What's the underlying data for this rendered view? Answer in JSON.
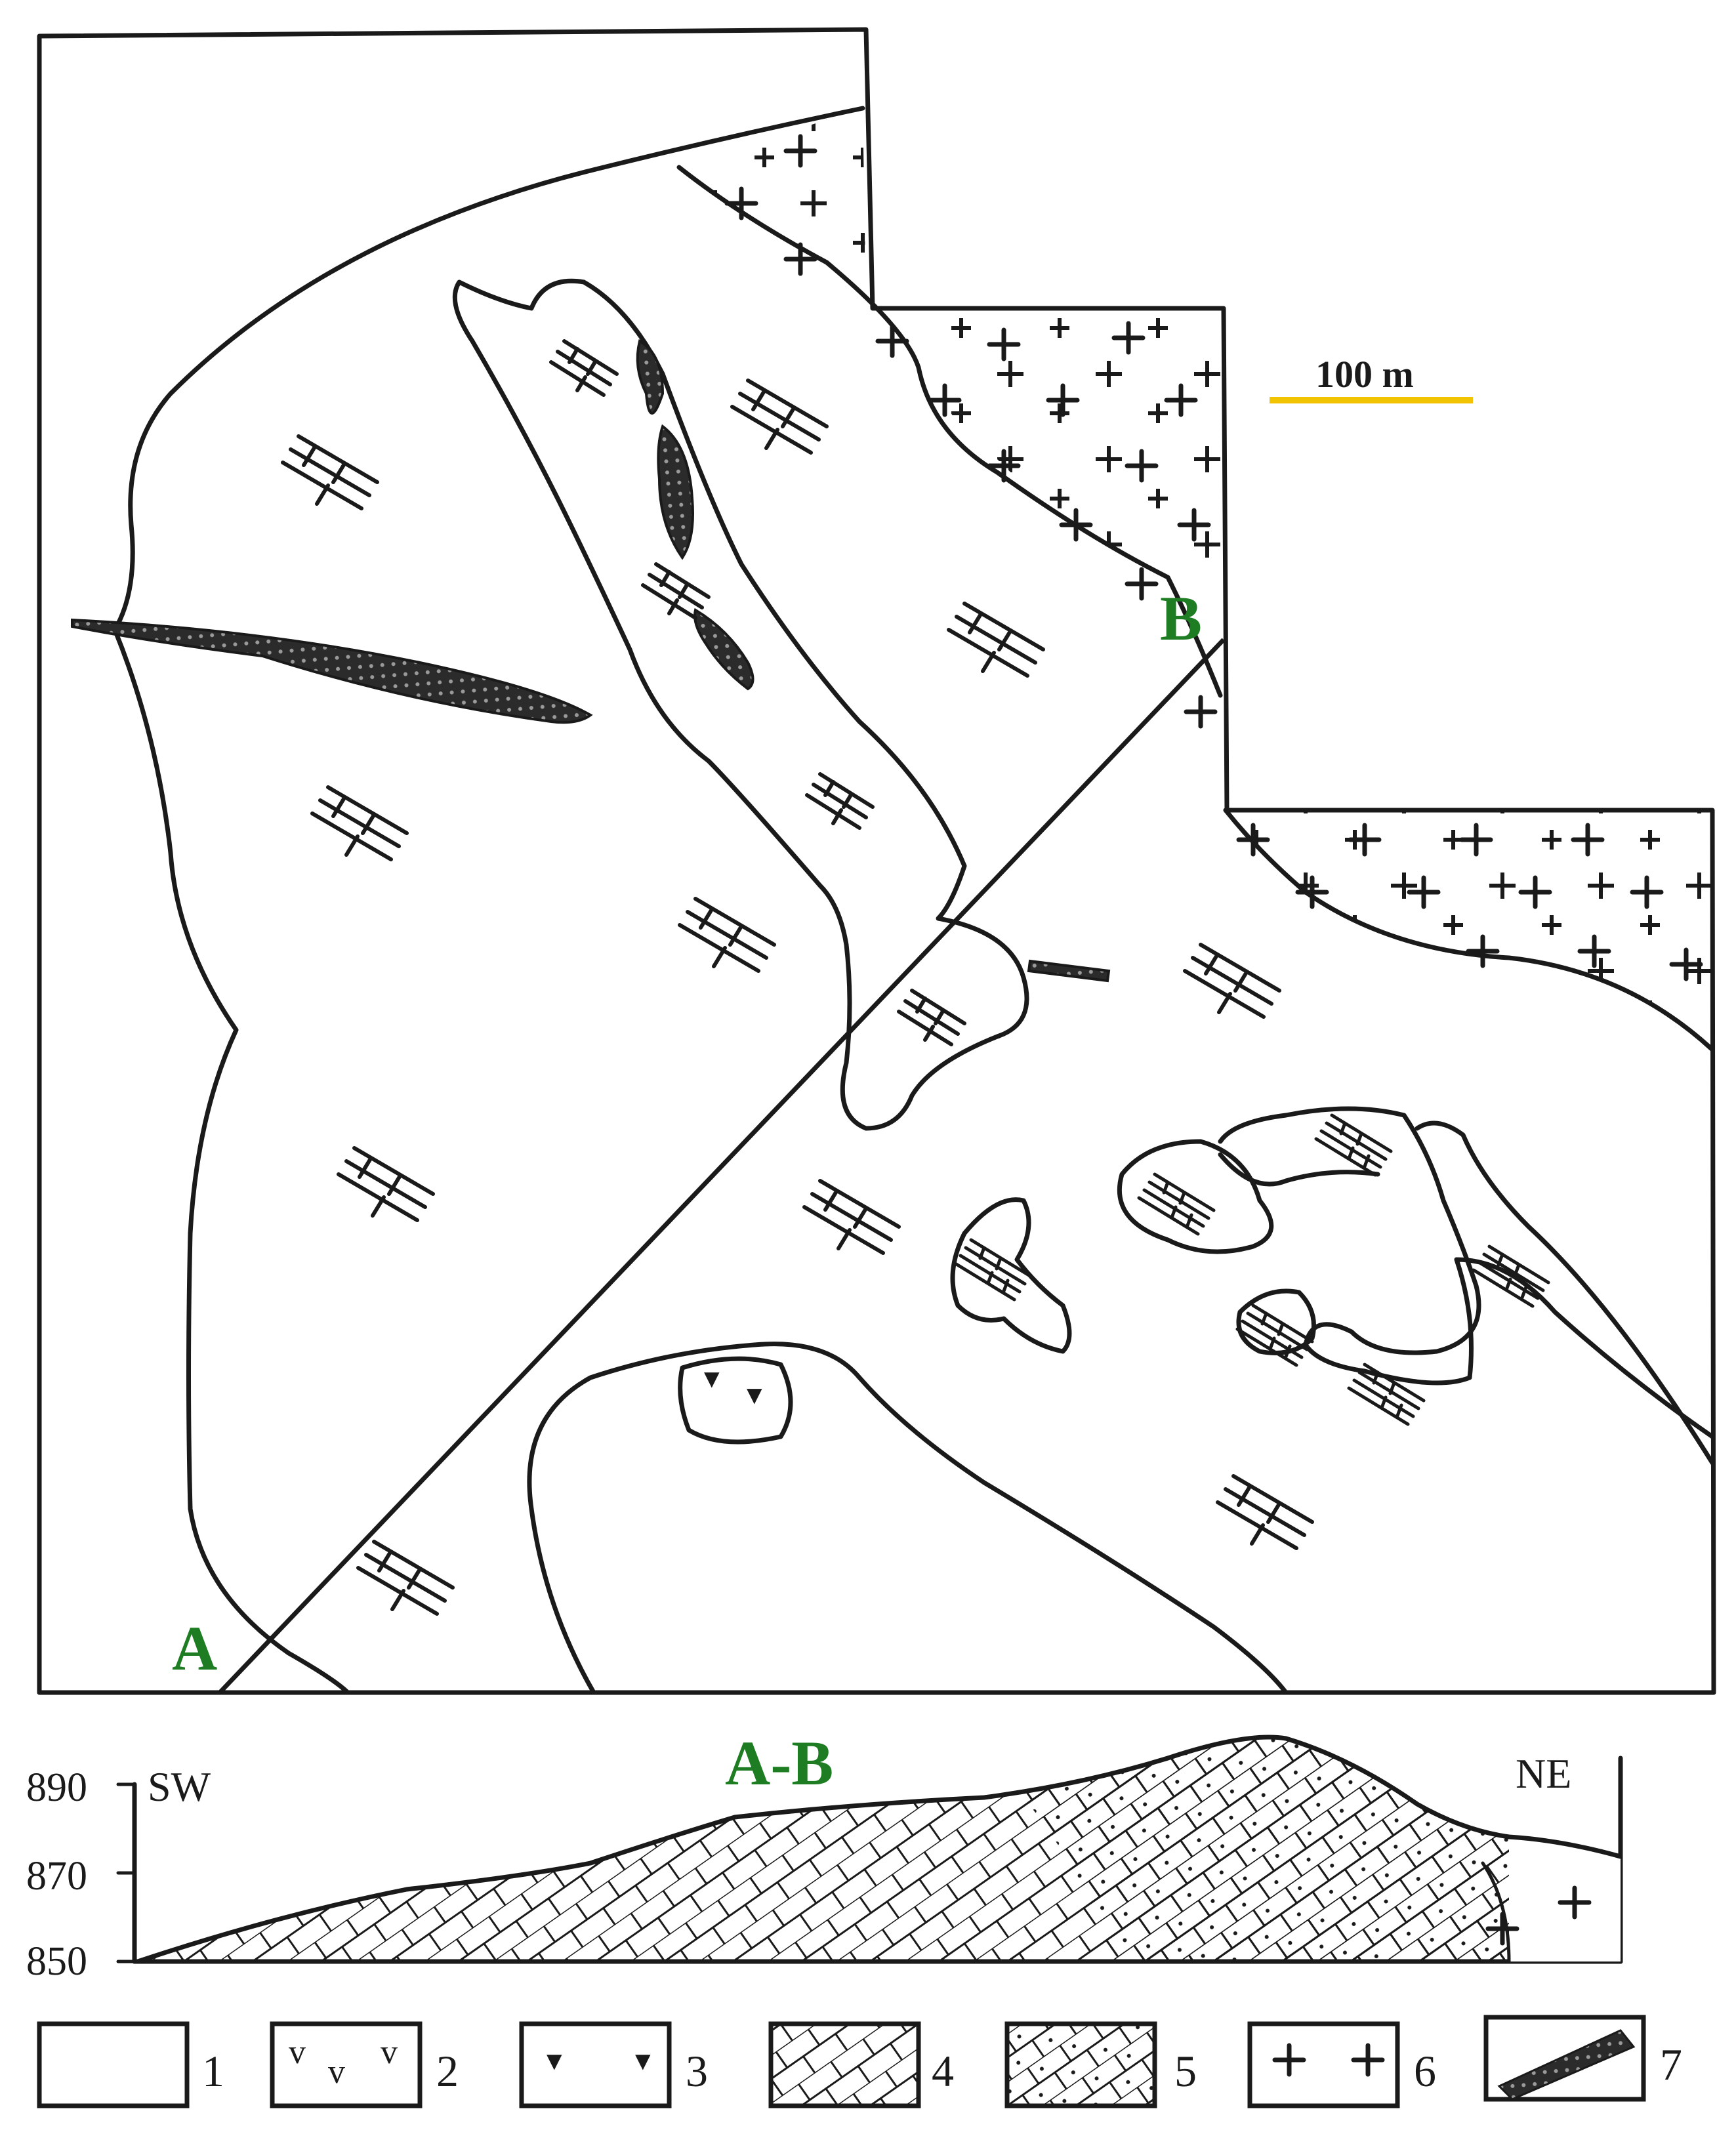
{
  "map": {
    "section_start_label": "A",
    "section_end_label": "B",
    "scale_bar_label": "100 m",
    "label_color": "#1e7d22",
    "scale_bar_color": "#f2c300",
    "line_color": "#1a1a1a"
  },
  "cross_section": {
    "title": "A-B",
    "left_direction": "SW",
    "right_direction": "NE",
    "elevation_ticks": [
      "890",
      "870",
      "850"
    ]
  },
  "legend": {
    "items": [
      {
        "number": "1",
        "pattern": "blank"
      },
      {
        "number": "2",
        "pattern": "v-marks"
      },
      {
        "number": "3",
        "pattern": "nodule-marks"
      },
      {
        "number": "4",
        "pattern": "diagonal-brick"
      },
      {
        "number": "5",
        "pattern": "diagonal-brick-dotted"
      },
      {
        "number": "6",
        "pattern": "crosses"
      },
      {
        "number": "7",
        "pattern": "dark-band"
      }
    ]
  }
}
